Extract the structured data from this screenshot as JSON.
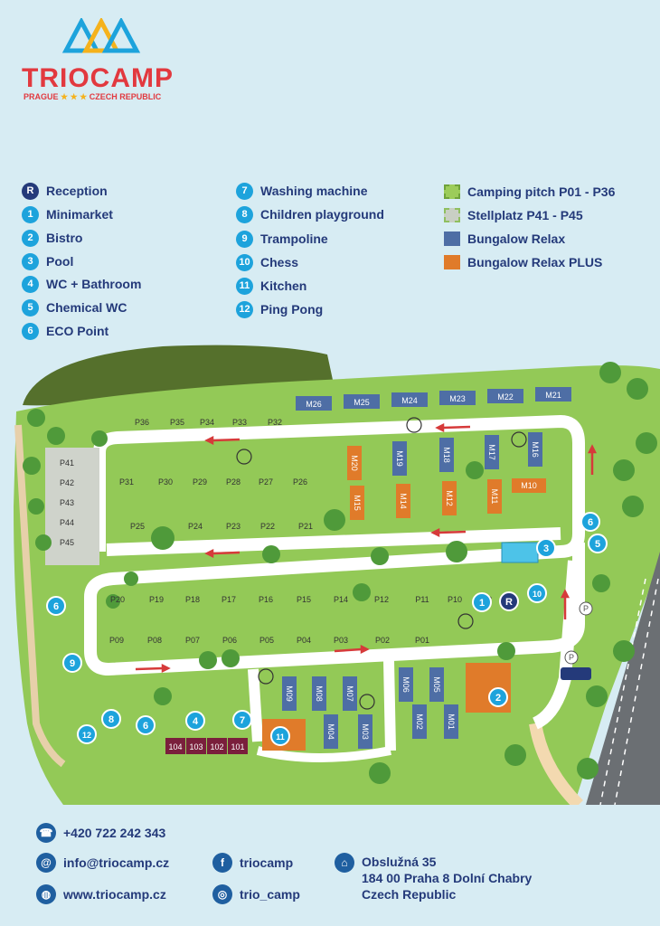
{
  "brand": {
    "name": "TRIOCAMP",
    "city": "PRAGUE",
    "country": "CZECH REPUBLIC",
    "stars": "★ ★ ★"
  },
  "legend": {
    "col1": [
      {
        "badge": "R",
        "label": "Reception"
      },
      {
        "badge": "1",
        "label": "Minimarket"
      },
      {
        "badge": "2",
        "label": "Bistro"
      },
      {
        "badge": "3",
        "label": "Pool"
      },
      {
        "badge": "4",
        "label": "WC + Bathroom"
      },
      {
        "badge": "5",
        "label": "Chemical WC"
      },
      {
        "badge": "6",
        "label": "ECO Point"
      }
    ],
    "col2": [
      {
        "badge": "7",
        "label": "Washing machine"
      },
      {
        "badge": "8",
        "label": "Children playground"
      },
      {
        "badge": "9",
        "label": "Trampoline"
      },
      {
        "badge": "10",
        "label": "Chess"
      },
      {
        "badge": "11",
        "label": "Kitchen"
      },
      {
        "badge": "12",
        "label": "Ping Pong"
      }
    ],
    "col3": [
      {
        "swatch": "pitch",
        "label": "Camping pitch P01 - P36"
      },
      {
        "swatch": "stellplatz",
        "label": "Stellplatz P41 - P45"
      },
      {
        "swatch": "relax",
        "label": "Bungalow Relax"
      },
      {
        "swatch": "plus",
        "label": "Bungalow Relax PLUS"
      }
    ]
  },
  "colors": {
    "grass": "#93c957",
    "road": "#ffffff",
    "relax": "#4e6ea5",
    "plus": "#e07b2a",
    "sanitary": "#7a1f3c",
    "badge": "#1da3dc",
    "badge_dark": "#243a7a",
    "brand": "#e2393f",
    "text": "#243a7a"
  },
  "map": {
    "pitches": {
      "row_top": [
        "P36",
        "P35",
        "P34",
        "P33",
        "P32"
      ],
      "row_2": [
        "P31",
        "P30",
        "P29",
        "P28",
        "P27",
        "P26"
      ],
      "row_3": [
        "P25",
        "P24",
        "P23",
        "P22",
        "P21"
      ],
      "row_4": [
        "P20",
        "P19",
        "P18",
        "P17",
        "P16",
        "P15",
        "P14",
        "P12",
        "P11",
        "P10",
        "R"
      ],
      "row_5": [
        "P09",
        "P08",
        "P07",
        "P06",
        "P05",
        "P04",
        "P03",
        "P02",
        "P01"
      ],
      "stellplatz": [
        "P41",
        "P42",
        "P43",
        "P44",
        "P45"
      ]
    },
    "bungalows_top": [
      "M26",
      "M25",
      "M24",
      "M23",
      "M22",
      "M21"
    ],
    "bungalows_mid": [
      {
        "id": "M20",
        "type": "plus"
      },
      {
        "id": "M19",
        "type": "relax"
      },
      {
        "id": "M18",
        "type": "relax"
      },
      {
        "id": "M17",
        "type": "relax"
      },
      {
        "id": "M16",
        "type": "relax"
      },
      {
        "id": "M15",
        "type": "plus"
      },
      {
        "id": "M14",
        "type": "plus"
      },
      {
        "id": "M12",
        "type": "plus"
      },
      {
        "id": "M11",
        "type": "plus"
      },
      {
        "id": "M10",
        "type": "plus"
      }
    ],
    "bungalows_bottom": [
      "M09",
      "M08",
      "M07",
      "M04",
      "M03",
      "M06",
      "M05",
      "M02",
      "M01"
    ],
    "sanitary": [
      "104",
      "103",
      "102",
      "101"
    ],
    "badges": [
      "R",
      "1",
      "2",
      "3",
      "4",
      "5",
      "6",
      "6",
      "6",
      "7",
      "8",
      "9",
      "10",
      "11",
      "12"
    ]
  },
  "contact": {
    "phone": "+420 722 242 343",
    "email": "info@triocamp.cz",
    "web": "www.triocamp.cz",
    "facebook": "triocamp",
    "instagram": "trio_camp",
    "address": [
      "Obslužná 35",
      "184 00 Praha 8  Dolní Chabry",
      "Czech Republic"
    ]
  }
}
